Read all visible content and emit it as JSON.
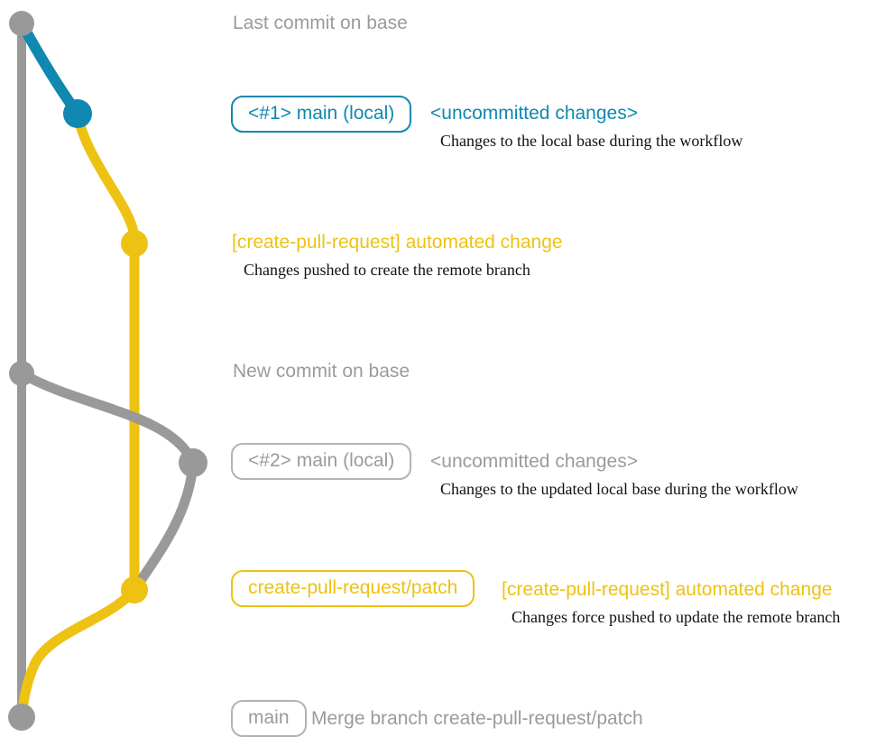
{
  "diagram_title": "create-pull-request workflow git graph",
  "colors": {
    "gray": "#999999",
    "blue": "#1088b0",
    "yellow": "#eec213",
    "text_gray": "#9b9b9b",
    "annotation_black": "#111111"
  },
  "graph": {
    "commit_dots": [
      {
        "color": "gray",
        "refers_to": "rows.0"
      },
      {
        "color": "blue",
        "refers_to": "rows.1"
      },
      {
        "color": "yellow",
        "refers_to": "rows.2"
      },
      {
        "color": "gray",
        "refers_to": "rows.3"
      },
      {
        "color": "gray",
        "refers_to": "rows.4"
      },
      {
        "color": "yellow",
        "refers_to": "rows.5"
      },
      {
        "color": "gray",
        "refers_to": "rows.6"
      }
    ]
  },
  "rows": [
    {
      "note": "Last commit on base"
    },
    {
      "badge": "<#1> main (local)",
      "title": "<uncommitted changes>",
      "desc": "Changes to the local base during the workflow"
    },
    {
      "title": "[create-pull-request] automated change",
      "desc": "Changes pushed to create the remote branch"
    },
    {
      "note": "New commit on base"
    },
    {
      "badge": "<#2> main (local)",
      "title": "<uncommitted changes>",
      "desc": "Changes to the updated local base during the workflow"
    },
    {
      "badge": "create-pull-request/patch",
      "title": "[create-pull-request] automated change",
      "desc": "Changes force pushed to update the remote branch"
    },
    {
      "badge": "main",
      "title": "Merge branch create-pull-request/patch"
    }
  ]
}
